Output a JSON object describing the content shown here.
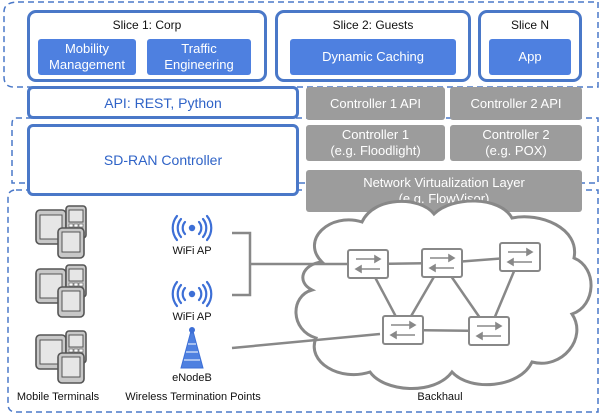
{
  "slices": [
    {
      "title": "Slice 1: Corp",
      "apps": [
        "Mobility Management",
        "Traffic Engineering"
      ]
    },
    {
      "title": "Slice 2: Guests",
      "apps": [
        "Dynamic Caching"
      ]
    },
    {
      "title": "Slice N",
      "apps": [
        "App"
      ]
    }
  ],
  "control": {
    "api": "API: REST, Python",
    "sdran": "SD-RAN Controller",
    "controller1_api": "Controller 1 API",
    "controller2_api": "Controller 2 API",
    "controller1": "Controller 1\n(e.g. Floodlight)",
    "controller2": "Controller 2\n(e.g. POX)",
    "virt_layer": "Network Virtualization Layer\n(e.g. FlowVisor)"
  },
  "network": {
    "wifi_ap_1": "WiFi AP",
    "wifi_ap_2": "WiFi AP",
    "enodeb": "eNodeB",
    "mobile_terminals": "Mobile Terminals",
    "wtp": "Wireless Termination Points",
    "backhaul": "Backhaul"
  },
  "colors": {
    "accent": "#4e80e0",
    "border": "#4a78c8",
    "gray": "#9c9c9c",
    "dashed": "#4a78c8"
  }
}
